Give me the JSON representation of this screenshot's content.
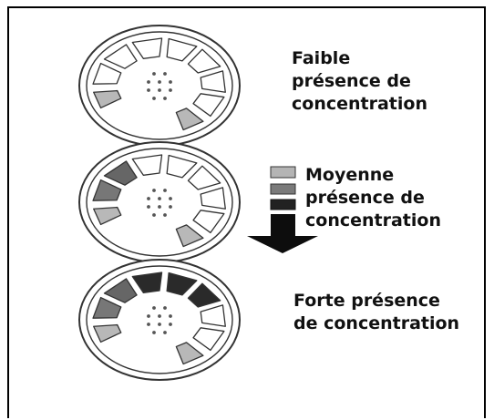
{
  "levels": [
    {
      "id": "low",
      "lines": [
        "Faible",
        "présence de",
        "concentration"
      ],
      "segment_colors": [
        "#b8b8b8",
        "#ffffff",
        "#ffffff",
        "#ffffff",
        "#ffffff",
        "#ffffff",
        "#ffffff",
        "#ffffff",
        "#b8b8b8"
      ]
    },
    {
      "id": "mid",
      "lines": [
        "Moyenne",
        "présence de",
        "concentration"
      ],
      "segment_colors": [
        "#b8b8b8",
        "#777777",
        "#666666",
        "#ffffff",
        "#ffffff",
        "#ffffff",
        "#ffffff",
        "#ffffff",
        "#b8b8b8"
      ]
    },
    {
      "id": "high",
      "lines": [
        "Forte présence",
        "de concentration"
      ],
      "segment_colors": [
        "#b8b8b8",
        "#777777",
        "#666666",
        "#2a2a2a",
        "#2a2a2a",
        "#2a2a2a",
        "#ffffff",
        "#ffffff",
        "#b8b8b8"
      ]
    }
  ],
  "scale_colors": [
    "#b4b4b4",
    "#7a7a7a",
    "#222222",
    "#111111"
  ],
  "colors": {
    "outline": "#333333",
    "arrow": "#0d0d0d",
    "frame": "#000000"
  }
}
